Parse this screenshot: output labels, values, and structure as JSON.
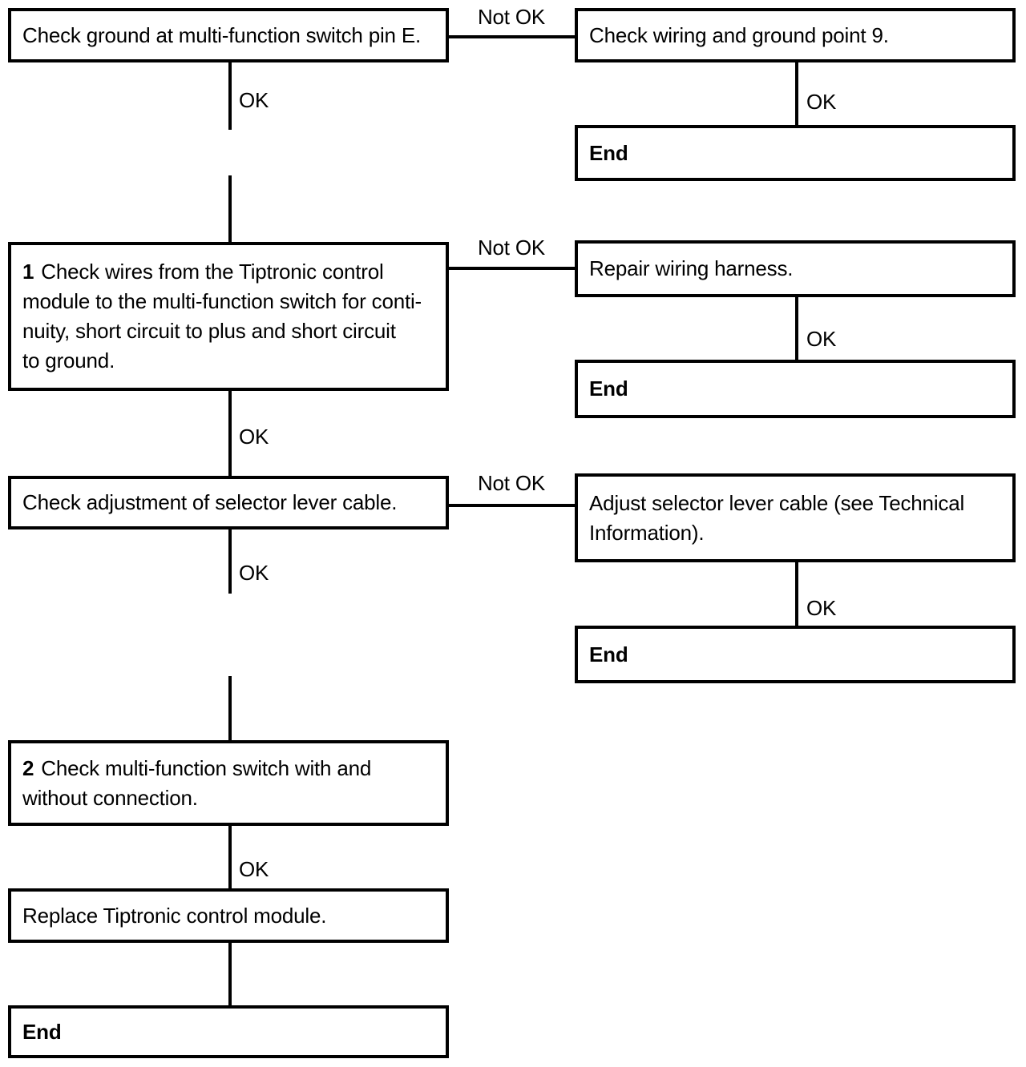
{
  "diagram": {
    "background": "#ffffff",
    "line_color": "#000000",
    "text_color": "#000000",
    "labels": {
      "ok": "OK",
      "not_ok": "Not OK"
    },
    "nodes": {
      "check_ground": {
        "text": "Check ground at multi-function switch pin E."
      },
      "check_wiring_ground": {
        "text": "Check wiring and ground point 9."
      },
      "end_top_right": {
        "text": "End"
      },
      "check_wires": {
        "step": "1",
        "text": "Check wires from the Tiptronic control\nmodule to the multi-function switch for conti-\nnuity, short circuit to plus and short circuit\nto ground."
      },
      "repair_harness": {
        "text": "Repair wiring harness."
      },
      "end_mid_right": {
        "text": "End"
      },
      "check_adjustment": {
        "text": "Check adjustment of selector lever cable."
      },
      "adjust_cable": {
        "text": "Adjust selector lever cable (see Technical\nInformation)."
      },
      "end_lower_right": {
        "text": "End"
      },
      "check_switch": {
        "step": "2",
        "text": "Check multi-function switch with and\nwithout connection."
      },
      "replace_module": {
        "text": "Replace Tiptronic control module."
      },
      "end_bottom_left": {
        "text": "End"
      }
    }
  }
}
